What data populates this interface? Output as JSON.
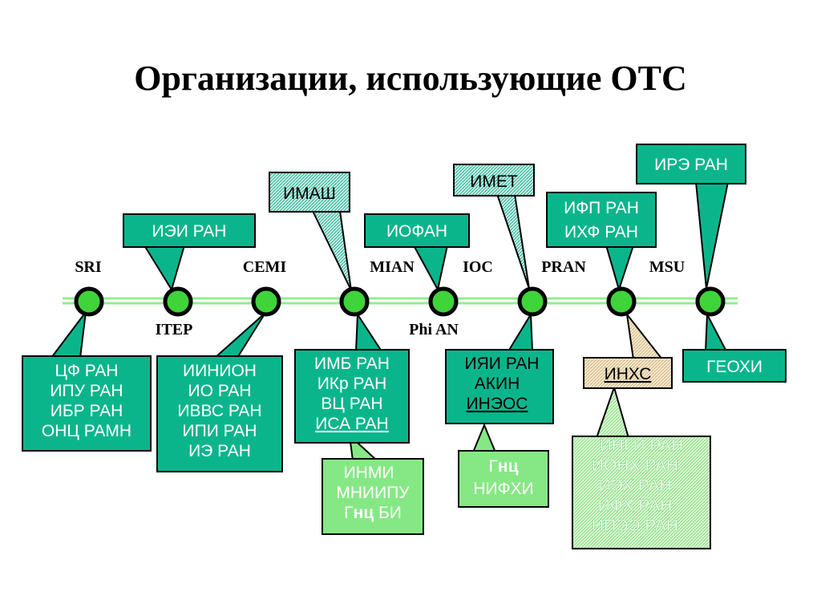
{
  "title": "Организации, использующие ОТС",
  "colors": {
    "teal": "#0bb58c",
    "light_green": "#86e885",
    "hatched_teal": "#c7efe6",
    "hatched_tan": "#f3e5c8",
    "hatched_green": "#d3f5c6",
    "node_fill": "#3fd43a",
    "timeline": "#90ee90"
  },
  "nodes": [
    {
      "label_top": "SRI"
    },
    {
      "label_top": "",
      "label_bottom": "ITEP"
    },
    {
      "label_top": "CEMI"
    },
    {
      "label_top": "MIAN"
    },
    {
      "label_top": "IOC",
      "label_bottom": "Phi AN"
    },
    {
      "label_top": "PRAN"
    },
    {
      "label_top": "MSU"
    },
    {
      "label_top": ""
    }
  ],
  "callouts": {
    "ieirpan": {
      "lines": [
        "ИЭИ РАН"
      ]
    },
    "imash": {
      "lines": [
        "ИМАШ"
      ]
    },
    "iofan": {
      "lines": [
        "ИОФАН"
      ]
    },
    "imet": {
      "lines": [
        "ИМЕТ"
      ]
    },
    "ifp": {
      "lines": [
        "ИФП РАН",
        "ИХФ РАН"
      ]
    },
    "ire": {
      "lines": [
        "ИРЭ РАН"
      ]
    },
    "tsf": {
      "lines": [
        "ЦФ РАН",
        "ИПУ РАН",
        "ИБР РАН",
        "ОНЦ РАМН"
      ]
    },
    "iinion": {
      "lines": [
        "ИИНИОН",
        "ИО РАН",
        "ИВВС РАН",
        "ИПИ РАН",
        "ИЭ РАН"
      ]
    },
    "imb": {
      "lines": [
        "ИМБ РАН",
        "ИКр РАН",
        "ВЦ РАН",
        "ИСА РАН"
      ]
    },
    "inmi": {
      "lines": [
        "ИНМИ",
        "МНИИПУ"
      ],
      "gnc_prefix": "Г",
      "gnc_bold": "нц",
      "gnc_suffix": " БИ"
    },
    "iyai": {
      "lines": [
        "ИЯИ РАН",
        "АКИН",
        "ИНЭОС"
      ]
    },
    "gnc_nifhi": {
      "line1_prefix": "Г",
      "line1_bold": "нц",
      "line2": "НИФХИ"
    },
    "inhs": {
      "lines": [
        "ИНХС"
      ]
    },
    "geohi": {
      "lines": [
        "ГЕОХИ"
      ]
    },
    "ingi": {
      "lines": [
        "ИНГИ РАН",
        "ИОНХ РАН",
        "ИЭХ РАН",
        "ИФХ РАН",
        "ИПЭЭ РАН"
      ]
    }
  }
}
